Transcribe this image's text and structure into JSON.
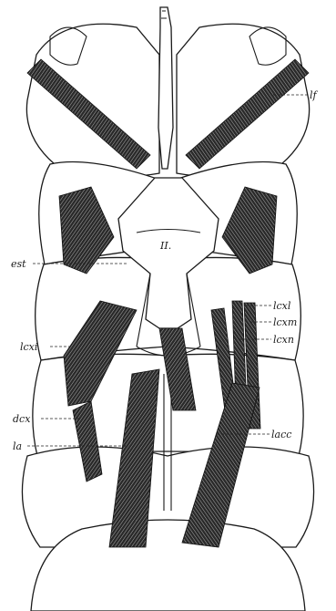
{
  "labels": {
    "lf": "lf",
    "roman_numeral": "II.",
    "est": "est",
    "lcxl": "lcxl",
    "lcxm": "lcxm",
    "lcxn": "lcxn",
    "lcxi": "lcxi",
    "dcx": "dcx",
    "la": "la",
    "lacc": "lacc"
  },
  "colors": {
    "ink": "#1a1a1a",
    "paper": "#ffffff"
  }
}
